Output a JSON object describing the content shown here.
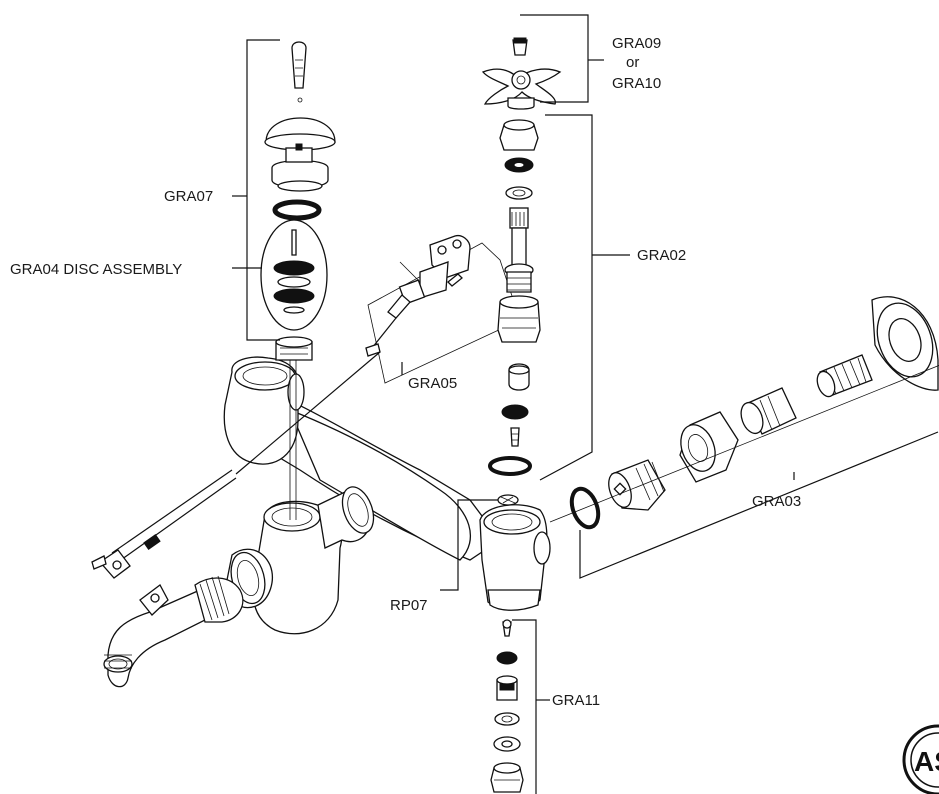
{
  "labels": {
    "gra07": "GRA07",
    "gra04": "GRA04 DISC ASSEMBLY",
    "gra05": "GRA05",
    "gra09": "GRA09",
    "or": "or",
    "gra10": "GRA10",
    "gra02": "GRA02",
    "gra03": "GRA03",
    "rp07": "RP07",
    "gra11": "GRA11"
  },
  "logo_text": "AS"
}
